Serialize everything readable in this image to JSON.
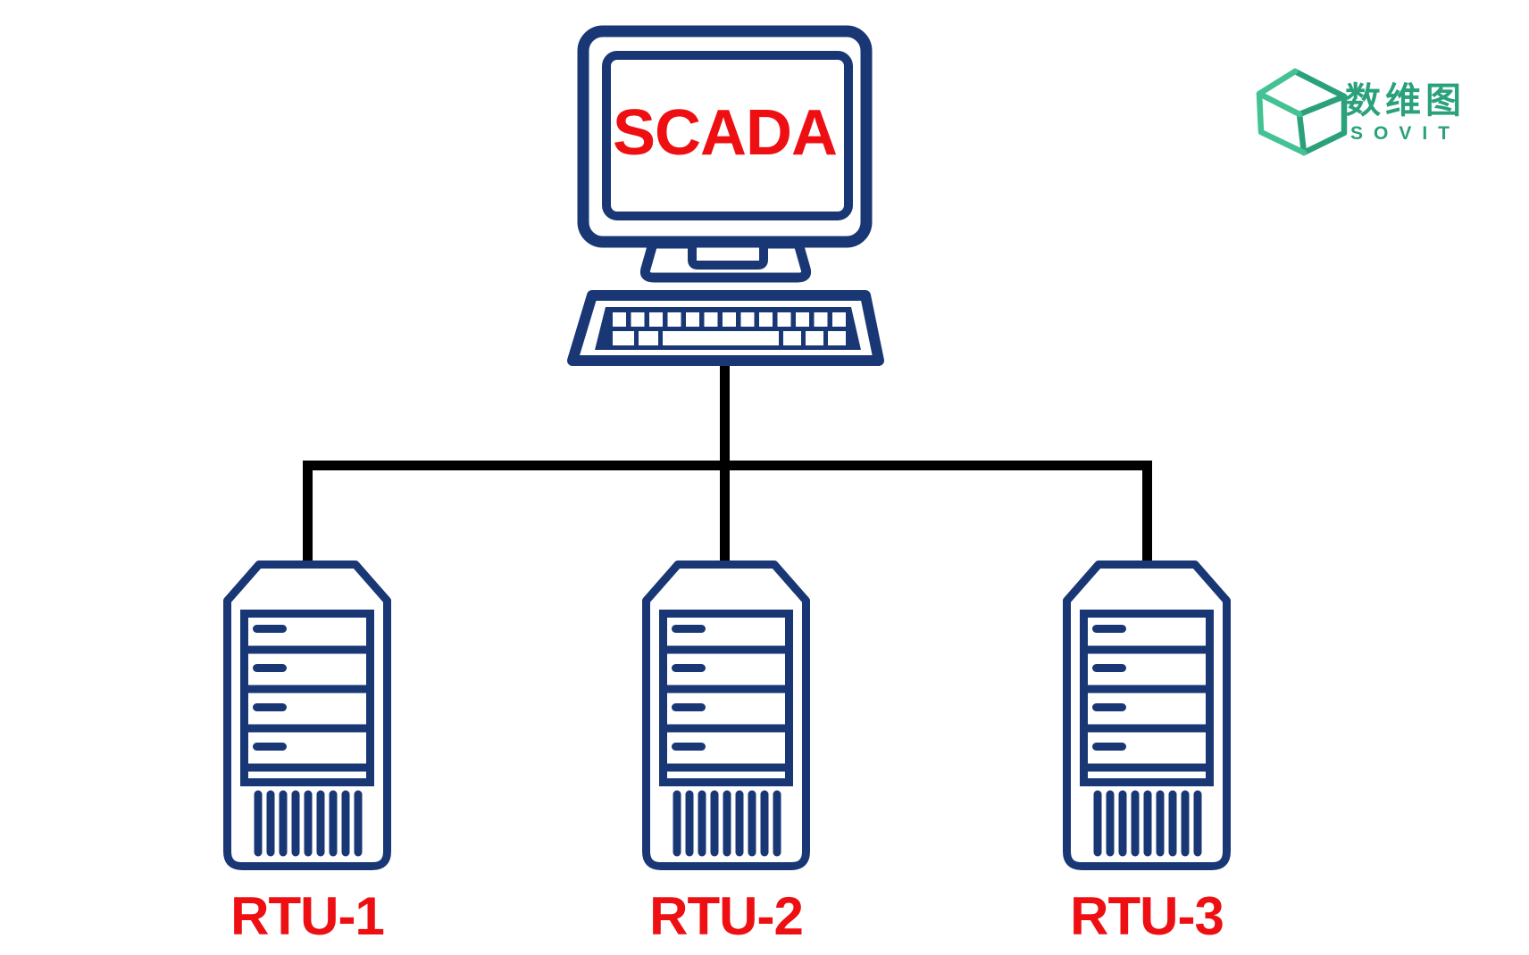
{
  "colors": {
    "navy": "#1a3775",
    "red": "#ee0f13",
    "green": "#2aa17c",
    "green_light": "#43c294",
    "black": "#000000",
    "background": "#ffffff"
  },
  "diagram": {
    "type": "scada-network-topology",
    "master": {
      "label": "SCADA",
      "icon": "desktop-computer-icon"
    },
    "rtus": [
      {
        "label": "RTU-1",
        "icon": "server-tower-icon"
      },
      {
        "label": "RTU-2",
        "icon": "server-tower-icon"
      },
      {
        "label": "RTU-3",
        "icon": "server-tower-icon"
      }
    ],
    "connections": [
      {
        "from": "SCADA",
        "to": "RTU-1"
      },
      {
        "from": "SCADA",
        "to": "RTU-2"
      },
      {
        "from": "SCADA",
        "to": "RTU-3"
      }
    ]
  },
  "logo": {
    "name": "数维图",
    "subtitle": "SOVIT",
    "icon": "isometric-cube-logo-icon"
  }
}
